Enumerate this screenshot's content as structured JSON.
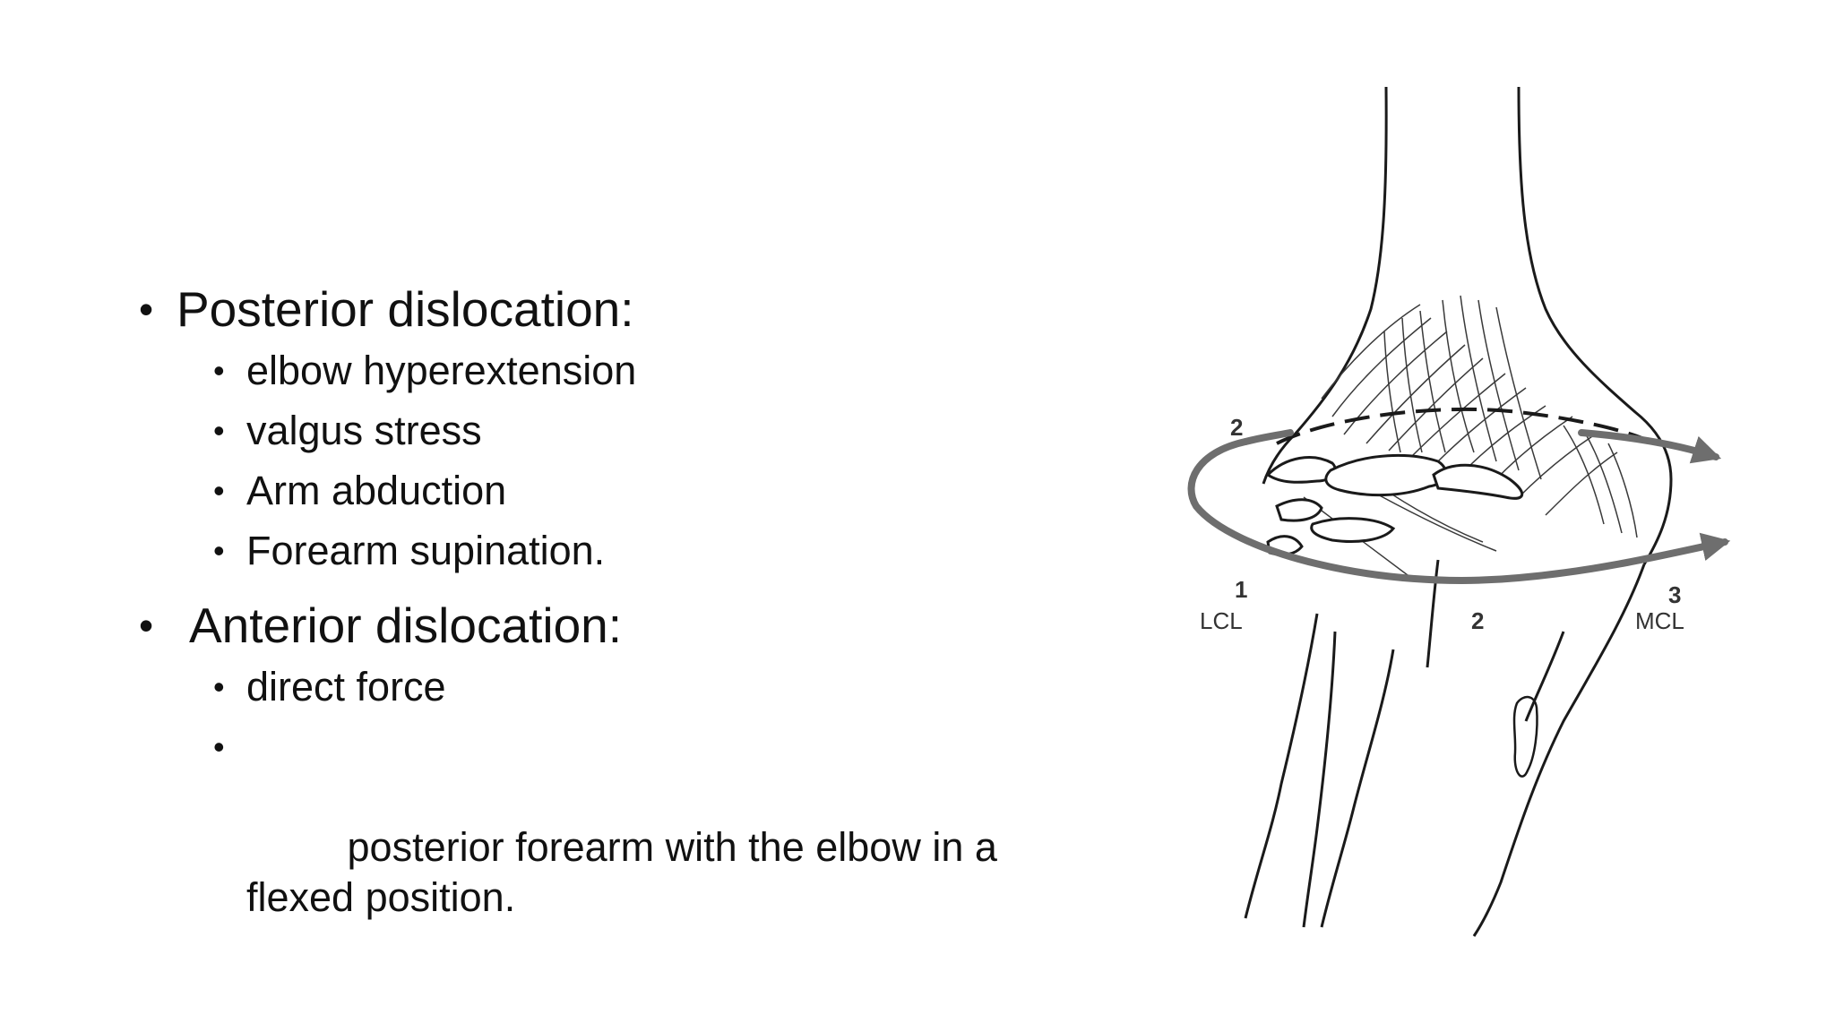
{
  "slide": {
    "sections": [
      {
        "heading": "Posterior dislocation:",
        "items": [
          "elbow hyperextension",
          "valgus stress",
          "Arm abduction",
          "Forearm supination."
        ]
      },
      {
        "heading": "Anterior dislocation:",
        "items": [
          "direct force",
          " posterior forearm with the elbow in a flexed position."
        ]
      }
    ]
  },
  "figure": {
    "labels": {
      "num_top_left": "2",
      "num_left": "1",
      "lcl": "LCL",
      "num_mid": "2",
      "num_right": "3",
      "mcl": "MCL"
    },
    "colors": {
      "line": "#1a1a1a",
      "arrow": "#6e6e6e"
    }
  }
}
